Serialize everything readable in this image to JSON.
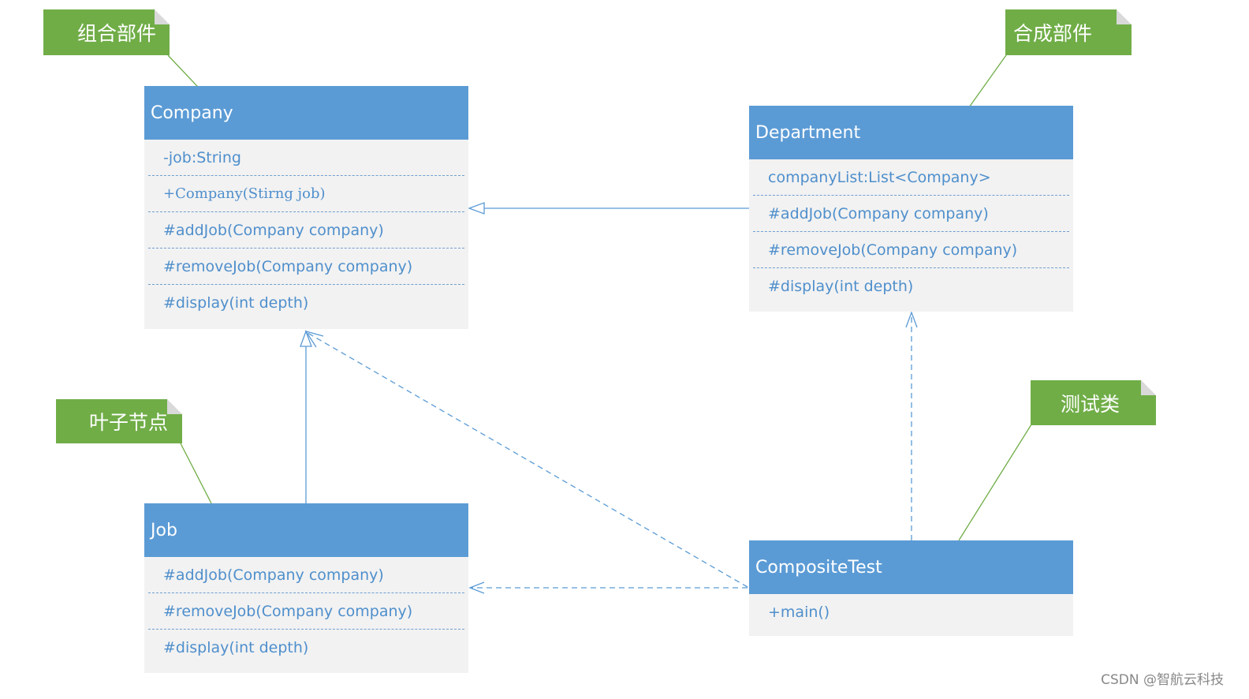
{
  "classes": {
    "company": {
      "name": "Company",
      "members": [
        "-job:String",
        "+Company(Stirng job)",
        "#addJob(Company company)",
        "#removeJob(Company company)",
        "#display(int depth)"
      ]
    },
    "department": {
      "name": "Department",
      "members": [
        "companyList:List<Company>",
        "#addJob(Company company)",
        "#removeJob(Company company)",
        "#display(int depth)"
      ]
    },
    "job": {
      "name": "Job",
      "members": [
        "#addJob(Company company)",
        "#removeJob(Company company)",
        "#display(int depth)"
      ]
    },
    "composite_test": {
      "name": "CompositeTest",
      "members": [
        "+main()"
      ]
    }
  },
  "notes": {
    "component": "组合部件",
    "composite": "合成部件",
    "leaf": "叶子节点",
    "test": "测试类"
  },
  "colors": {
    "class_header": "#5b9bd5",
    "class_body": "#f2f2f2",
    "member_text": "#4f8fcc",
    "note_fill": "#70ad47",
    "connector": "#5b9bd5",
    "note_line": "#70ad47"
  },
  "watermark": "CSDN @智航云科技"
}
